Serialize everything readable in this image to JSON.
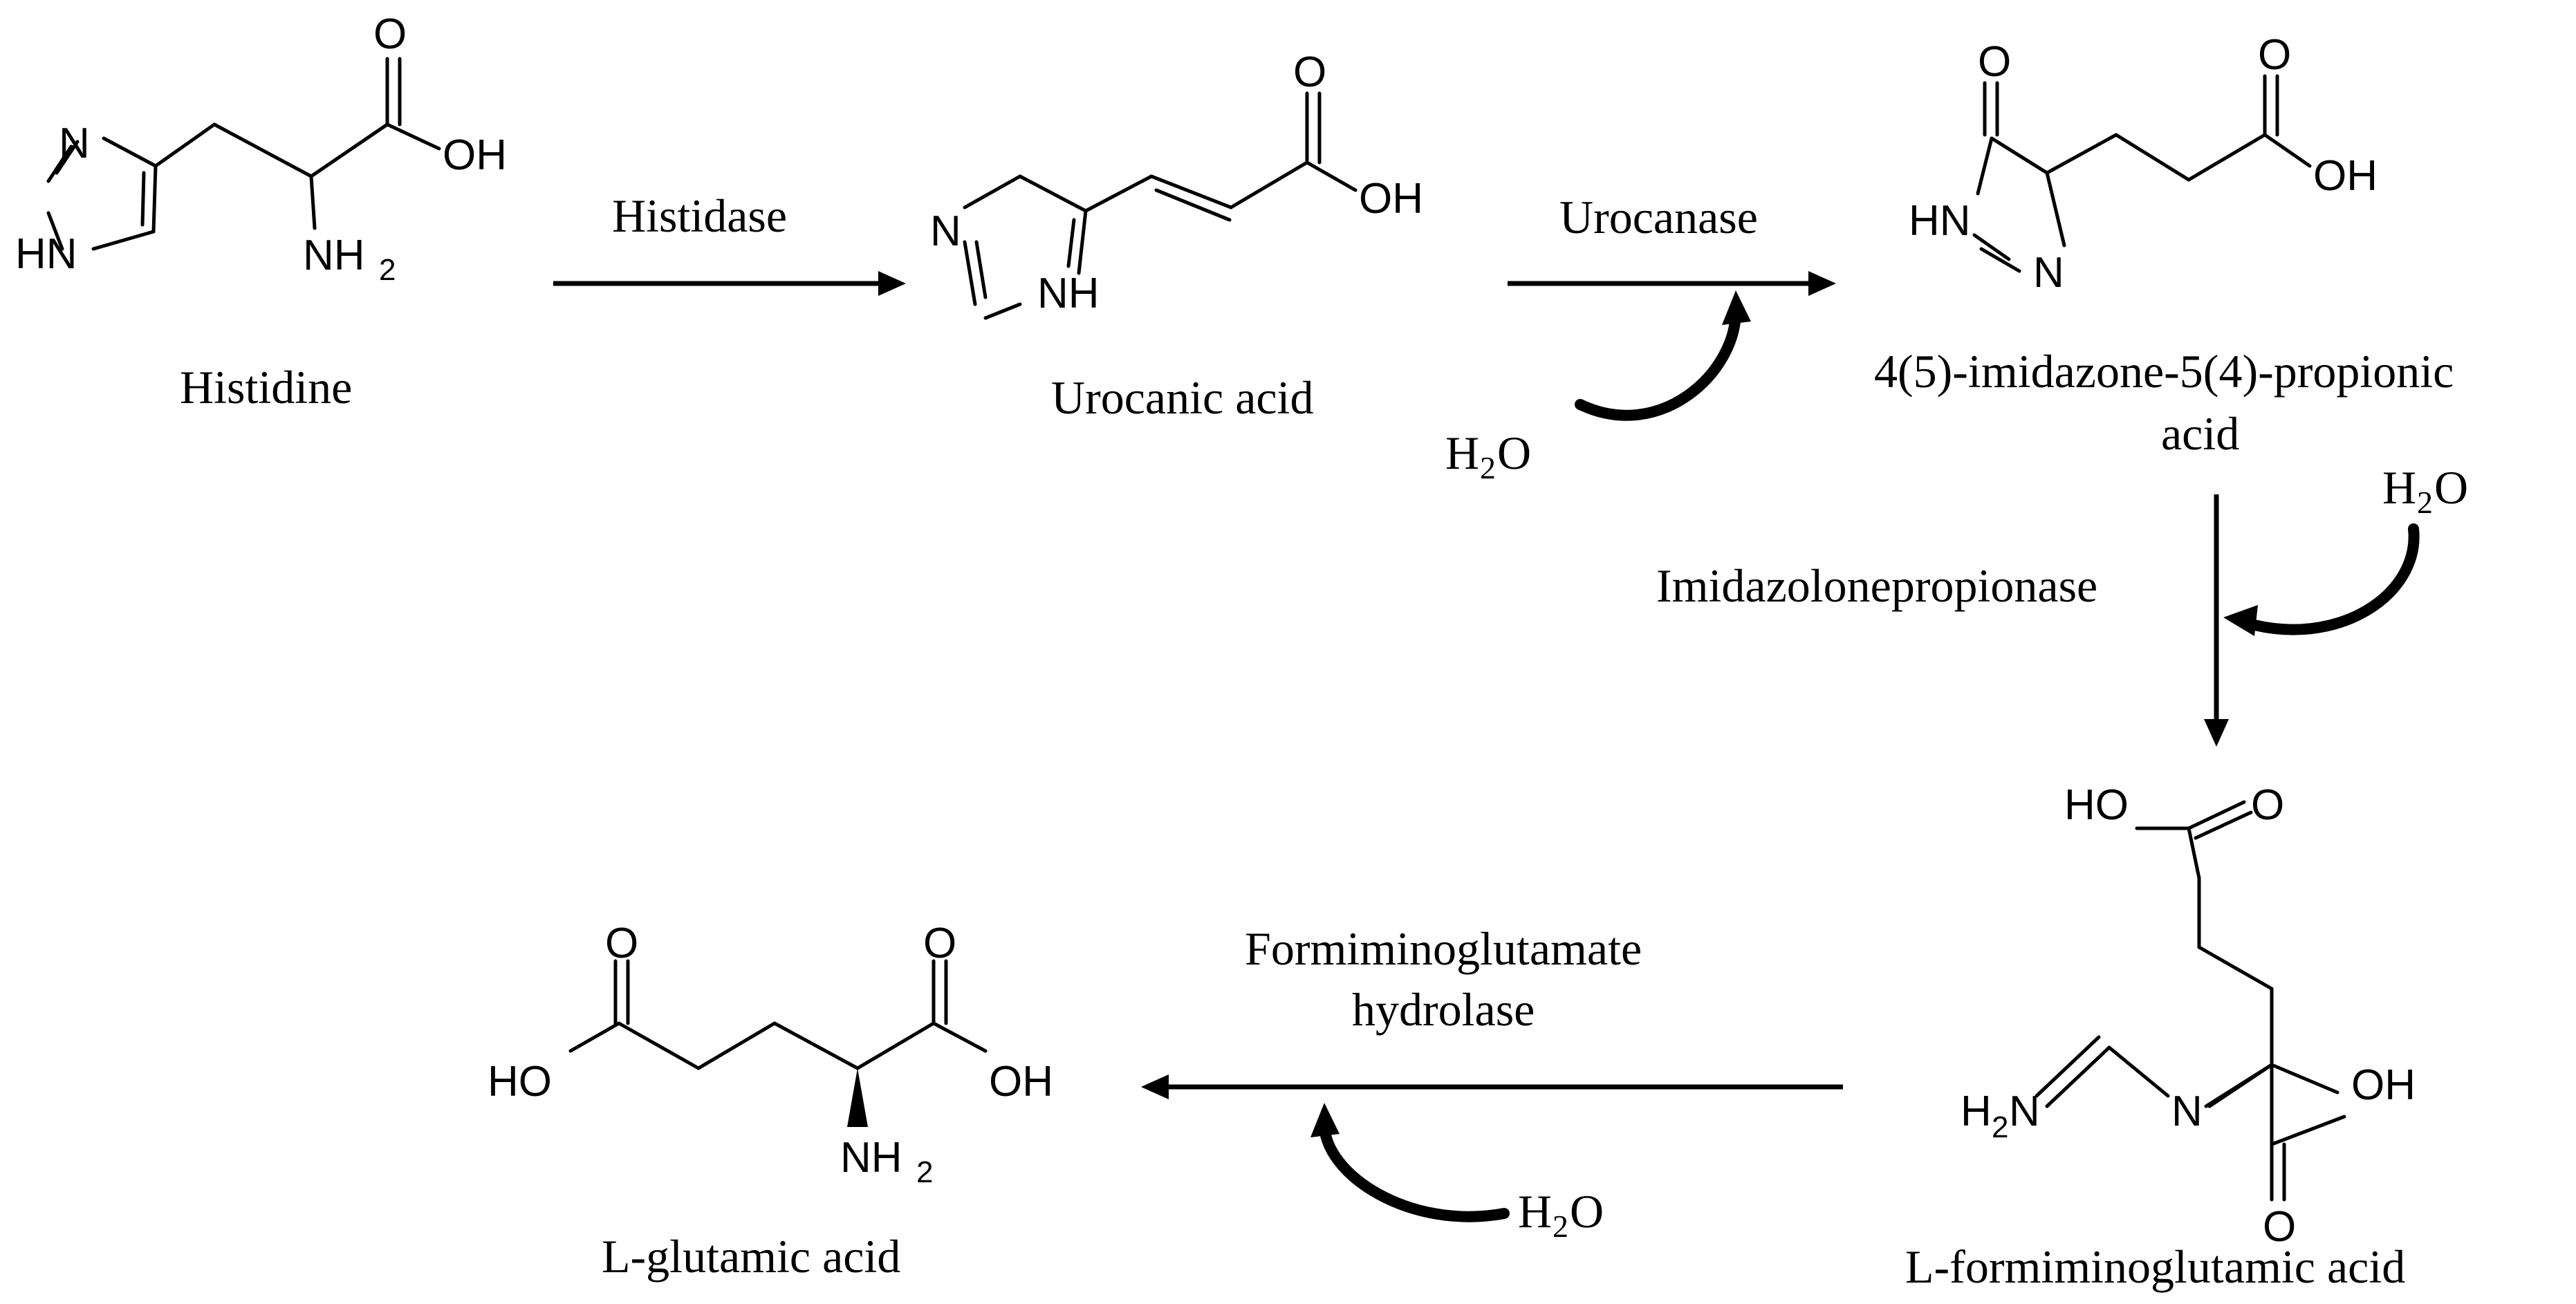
{
  "compounds": {
    "histidine": {
      "name": "Histidine",
      "atoms": {
        "n": "N",
        "hn": "HN",
        "oh": "OH",
        "o": "O",
        "nh": "NH",
        "h2": "2"
      }
    },
    "urocanic_acid": {
      "name": "Urocanic acid",
      "atoms": {
        "n": "N",
        "nh": "NH",
        "o": "O",
        "oh": "OH"
      }
    },
    "imidazolone": {
      "name_line1": "4(5)-imidazone-5(4)-propionic",
      "name_line2": "acid",
      "atoms": {
        "o1": "O",
        "hn": "HN",
        "n": "N",
        "o2": "O",
        "oh": "OH"
      }
    },
    "formiminoglutamic": {
      "name": "L-formiminoglutamic acid",
      "atoms": {
        "ho": "HO",
        "o1": "O",
        "h": "H",
        "h2": "2",
        "n1": "N",
        "n2": "N",
        "oh": "OH",
        "o2": "O"
      }
    },
    "glutamic": {
      "name": "L-glutamic acid",
      "atoms": {
        "o1": "O",
        "ho": "HO",
        "o2": "O",
        "oh": "OH",
        "nh": "NH",
        "h2": "2"
      }
    }
  },
  "enzymes": {
    "histidase": "Histidase",
    "urocanase": "Urocanase",
    "imidazolonepropionase": "Imidazolonepropionase",
    "fg_hydrolase_line1": "Formiminoglutamate",
    "fg_hydrolase_line2": "hydrolase"
  },
  "water": {
    "h": "H",
    "sub": "2",
    "o": "O"
  }
}
